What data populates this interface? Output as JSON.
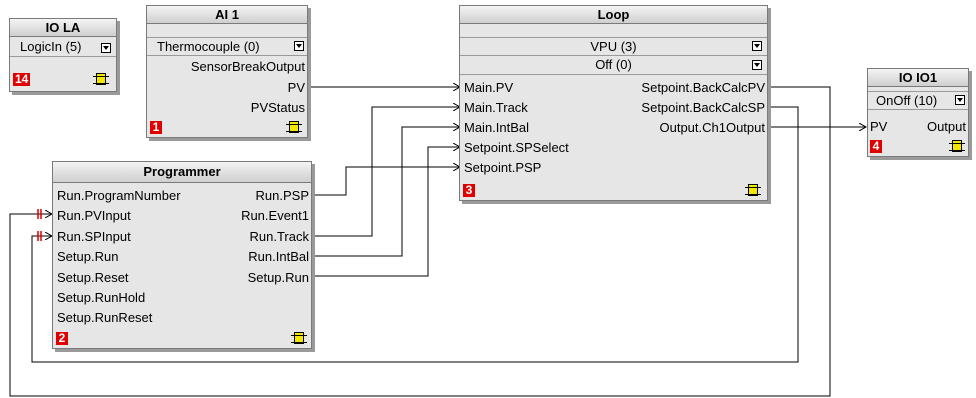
{
  "blocks": {
    "io_la": {
      "title": "IO LA",
      "selector": "LogicIn (5)",
      "badge": "14"
    },
    "ai1": {
      "title": "AI 1",
      "selector": "Thermocouple (0)",
      "out1": "SensorBreakOutput",
      "out2": "PV",
      "out3": "PVStatus",
      "badge": "1"
    },
    "programmer": {
      "title": "Programmer",
      "in1": "Run.ProgramNumber",
      "in2": "Run.PVInput",
      "in3": "Run.SPInput",
      "in4": "Setup.Run",
      "in5": "Setup.Reset",
      "in6": "Setup.RunHold",
      "in7": "Setup.RunReset",
      "out1": "Run.PSP",
      "out2": "Run.Event1",
      "out3": "Run.Track",
      "out4": "Run.IntBal",
      "out5": "Setup.Run",
      "badge": "2"
    },
    "loop": {
      "title": "Loop",
      "selector1": "VPU (3)",
      "selector2": "Off (0)",
      "in1": "Main.PV",
      "in2": "Main.Track",
      "in3": "Main.IntBal",
      "in4": "Setpoint.SPSelect",
      "in5": "Setpoint.PSP",
      "out1": "Setpoint.BackCalcPV",
      "out2": "Setpoint.BackCalcSP",
      "out3": "Output.Ch1Output",
      "badge": "3"
    },
    "io_io1": {
      "title": "IO IO1",
      "selector": "OnOff (10)",
      "in1": "PV",
      "out1": "Output",
      "badge": "4"
    }
  },
  "icons": {
    "dropdown": "dropdown-arrow-icon",
    "chip": "function-block-chip-icon",
    "feedback": "feedback-break-icon"
  },
  "colors": {
    "block_bg": "#e6e6e6",
    "badge": "#e00000",
    "chip": "#f5e600",
    "wire": "#000000"
  }
}
